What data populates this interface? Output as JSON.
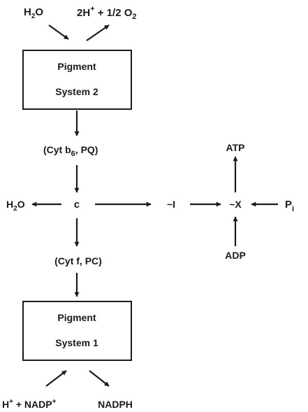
{
  "nodes": {
    "h2o_top": {
      "main": "H",
      "sub": "2",
      "tail": "O"
    },
    "products_top": {
      "pre": "2H",
      "sup": "+",
      "mid": " + 1/2 O",
      "sub": "2"
    },
    "ps2": {
      "line1": "Pigment",
      "line2": "System 2"
    },
    "cyt_b6_pq": {
      "pre": "(Cyt b",
      "sub": "6",
      "post": ", PQ)"
    },
    "c": "c",
    "h2o_left": {
      "main": "H",
      "sub": "2",
      "tail": "O"
    },
    "tilde_i": "~I",
    "tilde_x": "~X",
    "atp": "ATP",
    "adp": "ADP",
    "pi": {
      "main": "P",
      "sub": "i"
    },
    "cyt_f_pc": "(Cyt f, PC)",
    "ps1": {
      "line1": "Pigment",
      "line2": "System 1"
    },
    "reactants_bottom": {
      "pre": "H",
      "sup1": "+",
      "mid": " + NADP",
      "sup2": "+"
    },
    "nadph": "NADPH"
  },
  "colors": {
    "ink": "#1a1a1a",
    "background": "#ffffff"
  }
}
